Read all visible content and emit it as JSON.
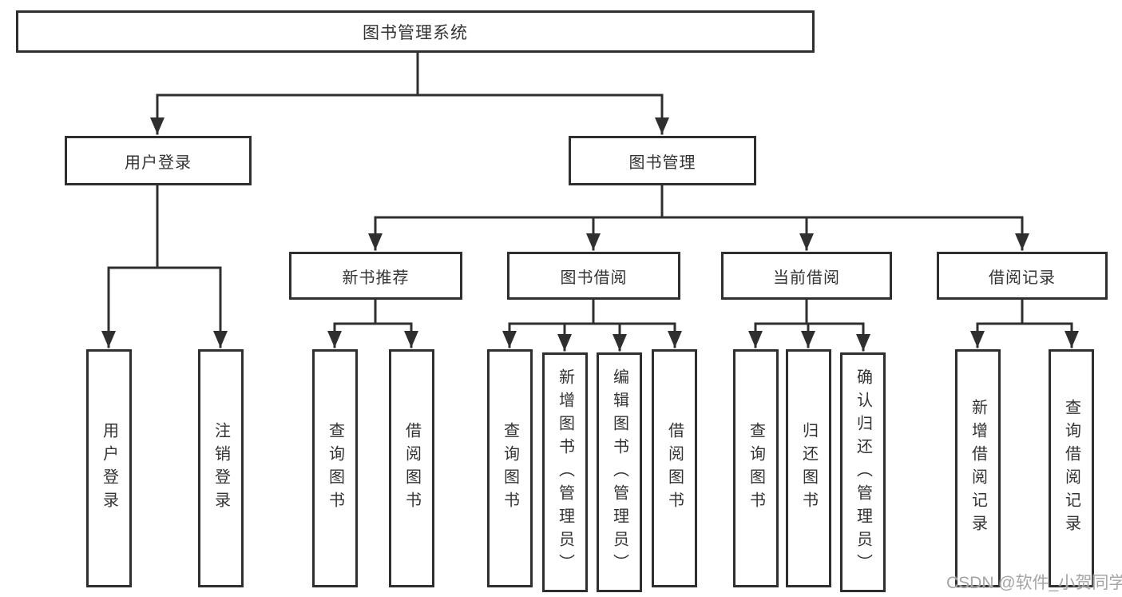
{
  "diagram": {
    "root": {
      "label": "图书管理系统"
    },
    "children": [
      {
        "label": "用户登录",
        "children": [
          {
            "label": "用户登录"
          },
          {
            "label": "注销登录"
          }
        ]
      },
      {
        "label": "图书管理",
        "children": [
          {
            "label": "新书推荐",
            "children": [
              {
                "label": "查询图书"
              },
              {
                "label": "借阅图书"
              }
            ]
          },
          {
            "label": "图书借阅",
            "children": [
              {
                "label": "查询图书"
              },
              {
                "label": "新增图书（管理员）"
              },
              {
                "label": "编辑图书（管理员）"
              },
              {
                "label": "借阅图书"
              }
            ]
          },
          {
            "label": "当前借阅",
            "children": [
              {
                "label": "查询图书"
              },
              {
                "label": "归还图书"
              },
              {
                "label": "确认归还（管理员）"
              }
            ]
          },
          {
            "label": "借阅记录",
            "children": [
              {
                "label": "新增借阅记录"
              },
              {
                "label": "查询借阅记录"
              }
            ]
          }
        ]
      }
    ]
  },
  "watermark": "CSDN @软件_小贺同学",
  "colors": {
    "line": "#2f2f2f",
    "box_border": "#2f2f2f",
    "text": "#333333",
    "background": "#ffffff",
    "watermark": "#a0a0a0"
  }
}
